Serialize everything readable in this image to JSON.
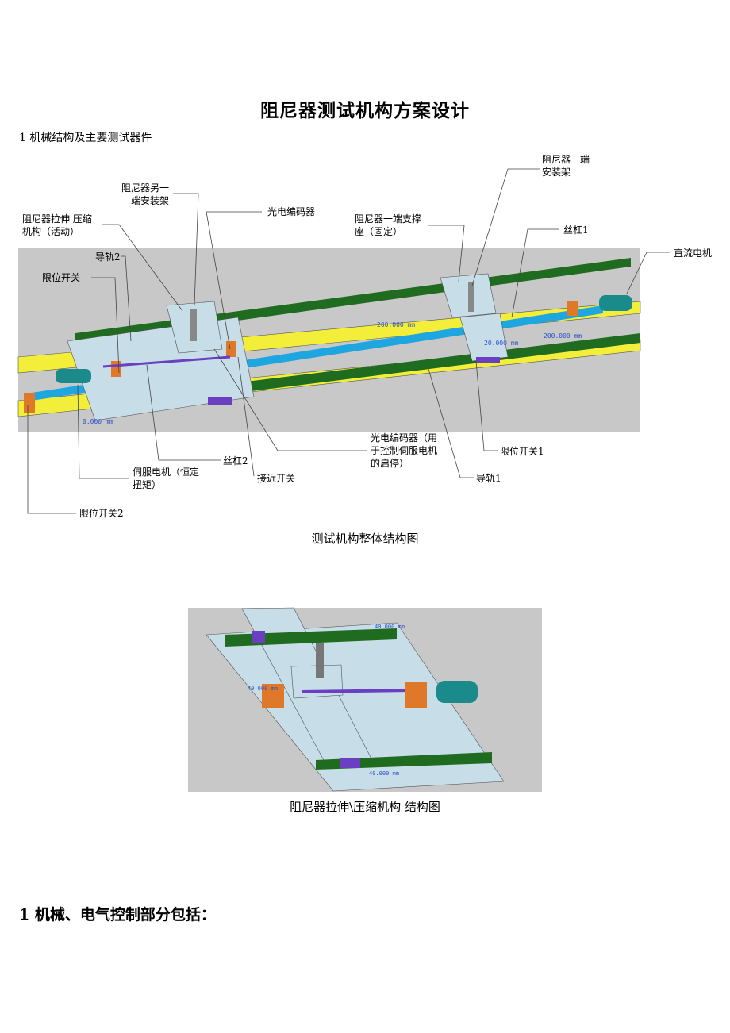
{
  "document": {
    "title": "阻尼器测试机构方案设计",
    "section1_heading": "1  机械结构及主要测试器件",
    "figure1": {
      "caption": "测试机构整体结构图",
      "callouts": [
        {
          "id": "damper-other-end-mount",
          "text": "阻尼器另一\n端安装架"
        },
        {
          "id": "damper-stretch-compress-mechanism",
          "text": "阻尼器拉伸 压缩\n机构（活动）"
        },
        {
          "id": "guide-rail-2",
          "text": "导轨2"
        },
        {
          "id": "limit-switch",
          "text": "限位开关"
        },
        {
          "id": "photoelectric-encoder",
          "text": "光电编码器"
        },
        {
          "id": "damper-one-end-support",
          "text": "阻尼器一端支撑\n座（固定）"
        },
        {
          "id": "damper-one-end-mount",
          "text": "阻尼器一端\n安装架"
        },
        {
          "id": "lead-screw-1",
          "text": "丝杠1"
        },
        {
          "id": "dc-motor",
          "text": "直流电机"
        },
        {
          "id": "photoelectric-encoder-servo",
          "text": "光电编码器（用\n于控制伺服电机\n的启停）"
        },
        {
          "id": "limit-switch-1",
          "text": "限位开关1"
        },
        {
          "id": "lead-screw-2",
          "text": "丝杠2"
        },
        {
          "id": "servo-motor",
          "text": "伺服电机（恒定\n扭矩）"
        },
        {
          "id": "proximity-switch",
          "text": "接近开关"
        },
        {
          "id": "guide-rail-1",
          "text": "导轨1"
        },
        {
          "id": "limit-switch-2",
          "text": "限位开关2"
        }
      ],
      "dimension_labels": [
        "200.000 mm",
        "200.000 mm",
        "0.000 mm",
        "20.000 mm"
      ]
    },
    "figure2": {
      "caption": "阻尼器拉伸\\压缩机构  结构图",
      "dimension_labels": [
        "40.000 mm",
        "40.000 mm",
        "40.000 mm"
      ]
    },
    "section2_heading": "1  机械、电气控制部分包括："
  },
  "colors": {
    "scene_bg": "#c8c8c8",
    "rail_yellow": "#f2ee3a",
    "rail_green": "#1f6b1f",
    "screw_blue": "#1ea6e0",
    "plate": "#c7dde8",
    "bearing_orange": "#e0782a",
    "motor_teal": "#1a8a8a",
    "slider_purple": "#6a3fc2"
  }
}
